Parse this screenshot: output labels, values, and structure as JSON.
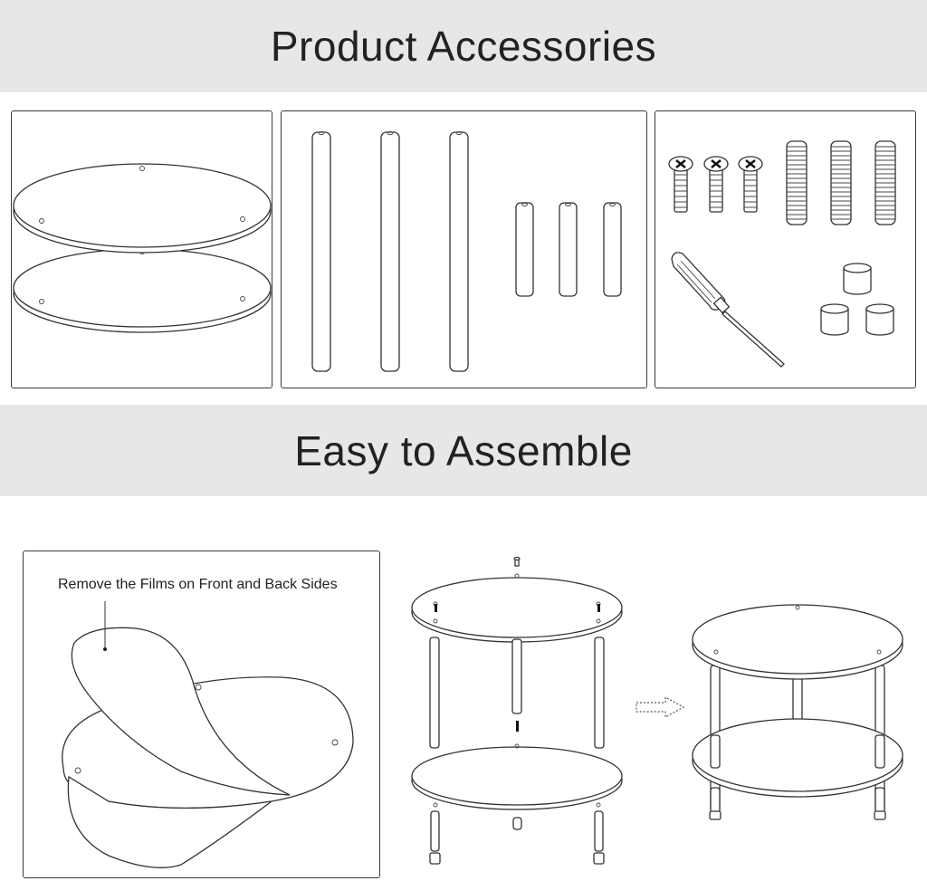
{
  "sections": {
    "accessories_title": "Product Accessories",
    "assemble_title": "Easy to Assemble"
  },
  "annotations": {
    "films_note": "Remove the Films on Front and Back Sides"
  },
  "colors": {
    "band": "#e6e7e8",
    "line": "#333333",
    "background": "#ffffff"
  }
}
